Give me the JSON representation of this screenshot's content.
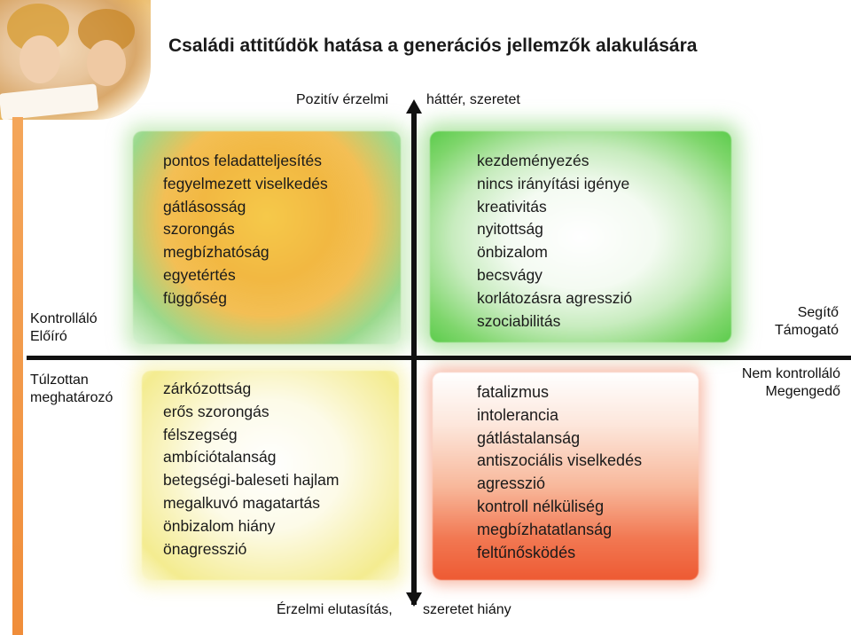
{
  "title": "Családi attitűdök hatása a generációs jellemzők alakulására",
  "axes": {
    "top_left": "Pozitív érzelmi",
    "top_right": "háttér, szeretet",
    "bottom_left": "Érzelmi elutasítás,",
    "bottom_right": "szeretet hiány",
    "left_upper": [
      "Kontrolláló",
      "Előíró"
    ],
    "left_lower": [
      "Túlzottan",
      "meghatározó"
    ],
    "right_upper": [
      "Segítő",
      "Támogató"
    ],
    "right_lower": [
      "Nem kontrolláló",
      "Megengedő"
    ]
  },
  "quadrants": {
    "top_left": [
      "pontos feladatteljesítés",
      "fegyelmezett viselkedés",
      "gátlásosság",
      "szorongás",
      "megbízhatóság",
      "egyetértés",
      "függőség"
    ],
    "top_right": [
      "kezdeményezés",
      "nincs irányítási igénye",
      "kreativitás",
      "nyitottság",
      "önbizalom",
      "becsvágy",
      "korlátozásra agresszió",
      "szociabilitás"
    ],
    "bottom_left": [
      "zárkózottság",
      "erős szorongás",
      "félszegség",
      "ambíciótalanság",
      "betegségi-baleseti hajlam",
      "megalkuvó magatartás",
      "önbizalom hiány",
      "önagresszió"
    ],
    "bottom_right": [
      "fatalizmus",
      "intolerancia",
      "gátlástalanság",
      "antiszociális viselkedés",
      "agresszió",
      "kontroll nélküliség",
      "megbízhatatlanság",
      "feltűnősködés"
    ]
  }
}
